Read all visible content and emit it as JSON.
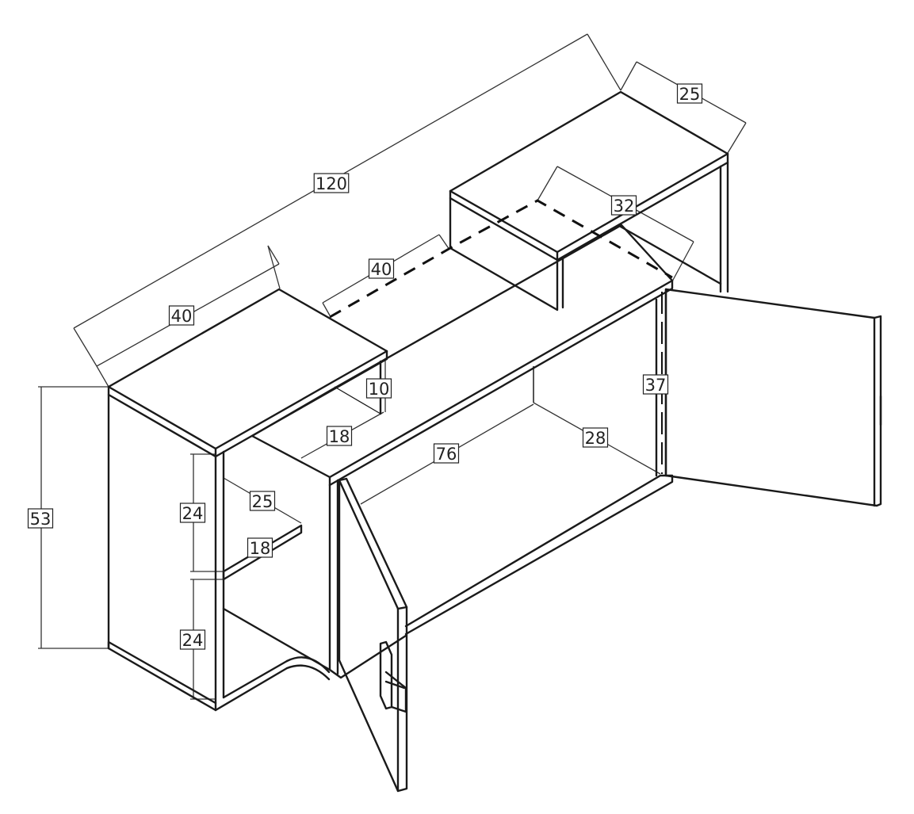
{
  "dimensions": [
    {
      "id": "overall-length",
      "text": "120"
    },
    {
      "id": "top-shelf-depth",
      "text": "25"
    },
    {
      "id": "top-shelf-width",
      "text": "32"
    },
    {
      "id": "top-gap-length",
      "text": "40"
    },
    {
      "id": "left-unit-width",
      "text": "40"
    },
    {
      "id": "overhang-height",
      "text": "10"
    },
    {
      "id": "overhang-depth",
      "text": "18"
    },
    {
      "id": "total-height",
      "text": "53"
    },
    {
      "id": "upper-compartment-height",
      "text": "24"
    },
    {
      "id": "lower-compartment-height",
      "text": "24"
    },
    {
      "id": "shelf-width",
      "text": "25"
    },
    {
      "id": "shelf-depth",
      "text": "18"
    },
    {
      "id": "cabinet-inner-width",
      "text": "76"
    },
    {
      "id": "cabinet-inner-depth",
      "text": "28"
    },
    {
      "id": "cabinet-inner-height",
      "text": "37"
    }
  ]
}
